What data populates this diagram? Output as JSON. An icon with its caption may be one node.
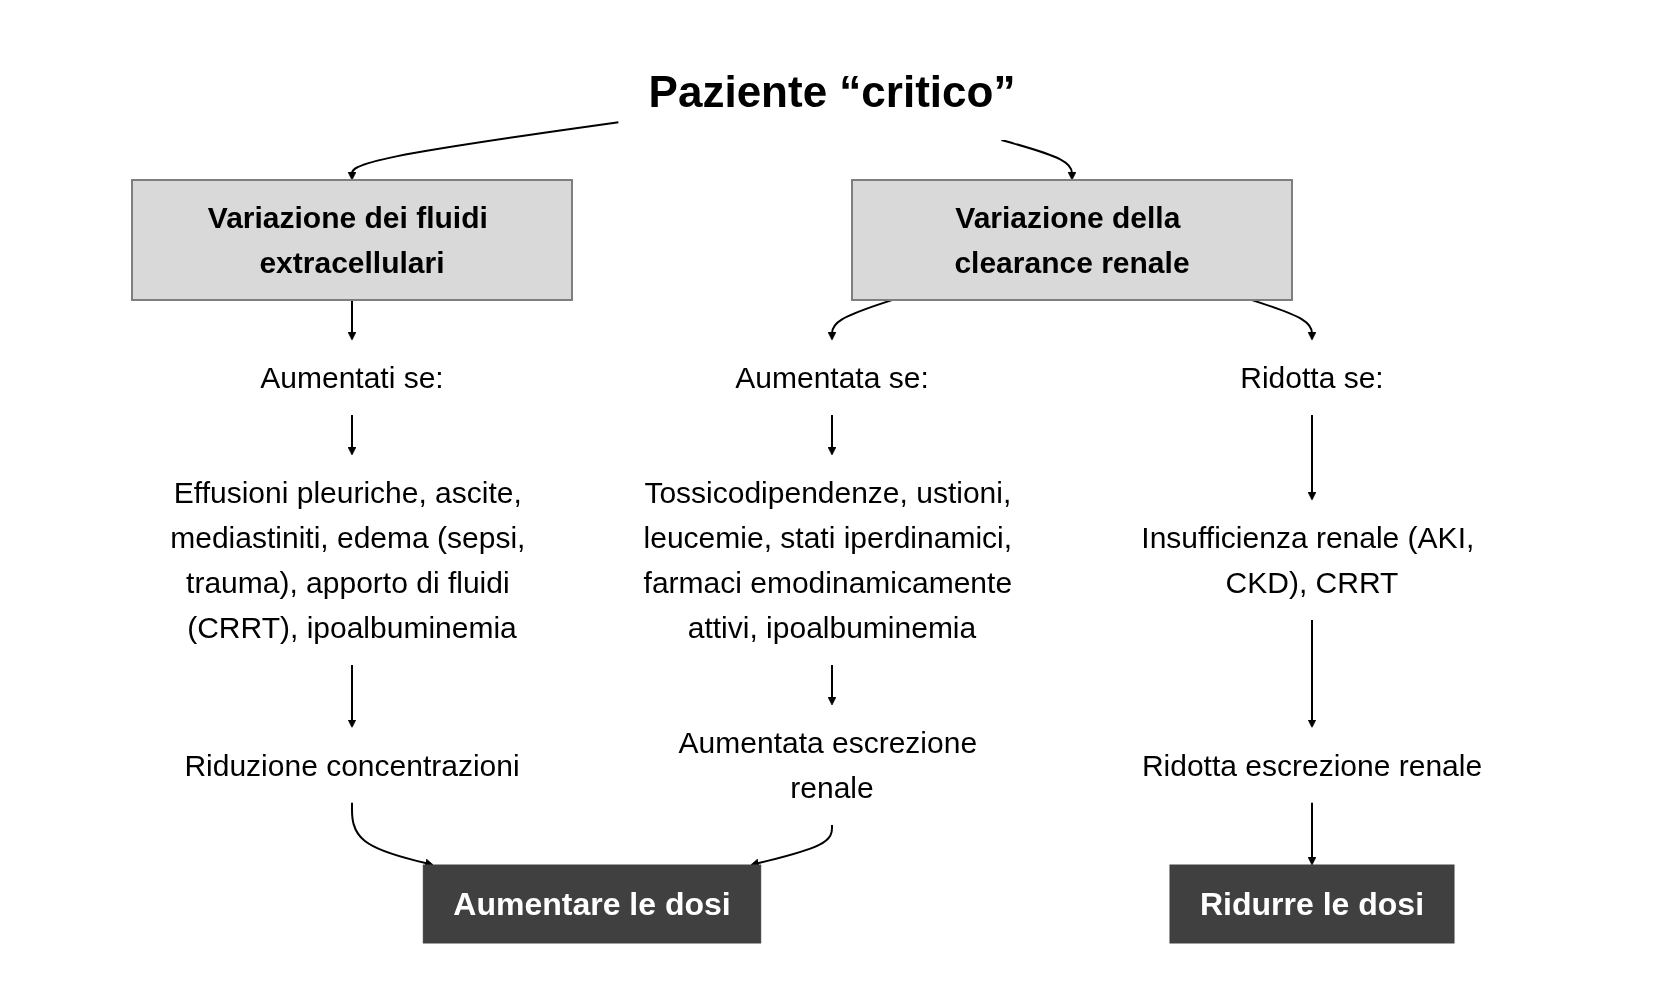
{
  "diagram": {
    "nodes": [
      {
        "text": [
          "Paziente “critico”"
        ]
      },
      {
        "text": [
          "Variazione dei fluidi extracellulari"
        ]
      },
      {
        "text": [
          "Variazione della clearance renale"
        ]
      },
      {
        "text": [
          "Aumentati se:"
        ]
      },
      {
        "text": [
          "Effusioni pleuriche, ascite, mediastiniti, edema (sepsi, trauma), apporto di fluidi (CRRT), ipoalbuminemia"
        ]
      },
      {
        "text": [
          "Riduzione concentrazioni"
        ]
      },
      {
        "text": [
          "Aumentata se:"
        ]
      },
      {
        "text": [
          "Tossicodipendenze, ustioni, leucemie, stati iperdinamici, farmaci emodinamicamente attivi, ipoalbuminemia"
        ]
      },
      {
        "text": [
          "Aumentata escrezione renale"
        ]
      },
      {
        "text": [
          "Aumentare le dosi"
        ]
      },
      {
        "text": [
          "Ridotta se:"
        ]
      },
      {
        "text": [
          "Insufficienza renale (AKI, CKD), CRRT"
        ]
      },
      {
        "text": [
          "Ridotta escrezione renale"
        ]
      },
      {
        "text": [
          "Ridurre le dosi"
        ]
      }
    ],
    "edges": [
      {
        "from": 0,
        "to": 1,
        "arrow": "to"
      },
      {
        "from": 0,
        "to": 2,
        "arrow": "to"
      },
      {
        "from": 1,
        "to": 3,
        "arrow": "to"
      },
      {
        "from": 3,
        "to": 4,
        "arrow": "to"
      },
      {
        "from": 4,
        "to": 5,
        "arrow": "to"
      },
      {
        "from": 5,
        "to": 9,
        "arrow": "to"
      },
      {
        "from": 2,
        "to": 6,
        "arrow": "to"
      },
      {
        "from": 6,
        "to": 7,
        "arrow": "to"
      },
      {
        "from": 7,
        "to": 8,
        "arrow": "to"
      },
      {
        "from": 8,
        "to": 9,
        "arrow": "to"
      },
      {
        "from": 2,
        "to": 10,
        "arrow": "to"
      },
      {
        "from": 10,
        "to": 11,
        "arrow": "to"
      },
      {
        "from": 11,
        "to": 12,
        "arrow": "to"
      },
      {
        "from": 12,
        "to": 13,
        "arrow": "to"
      }
    ]
  }
}
